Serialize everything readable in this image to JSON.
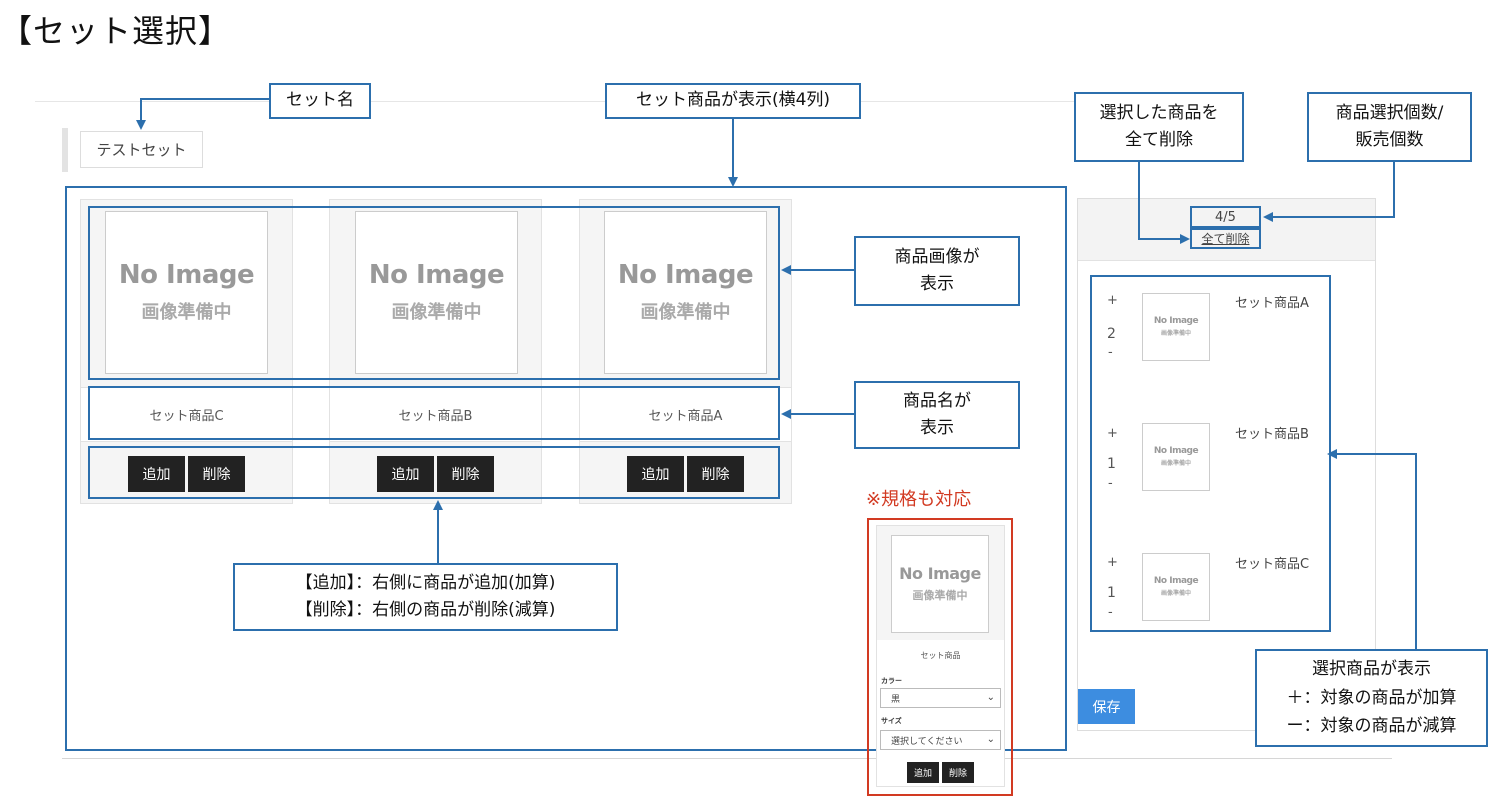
{
  "page_title": "【セット選択】",
  "set_name": "テストセット",
  "no_image": {
    "title": "No Image",
    "sub": "画像準備中"
  },
  "products": [
    {
      "name": "セット商品C"
    },
    {
      "name": "セット商品B"
    },
    {
      "name": "セット商品A"
    }
  ],
  "buttons": {
    "add": "追加",
    "delete": "削除"
  },
  "annotations": {
    "set_name": "セット名",
    "set_items": "セット商品が表示(横4列)",
    "delete_all_1": "選択した商品を",
    "delete_all_2": "全て削除",
    "count_1": "商品選択個数/",
    "count_2": "販売個数",
    "image_1": "商品画像が",
    "image_2": "表示",
    "name_1": "商品名が",
    "name_2": "表示",
    "add_del_1": "【追加】：右側に商品が追加(加算)",
    "add_del_2": "【削除】：右側の商品が削除(減算)",
    "spec": "※規格も対応",
    "selected_1": "選択商品が表示",
    "selected_2": "＋：対象の商品が加算",
    "selected_3": "ー：対象の商品が減算"
  },
  "spec_card": {
    "name": "セット商品",
    "color_label": "カラー",
    "color_value": "黒",
    "size_label": "サイズ",
    "size_value": "選択してください"
  },
  "side_panel": {
    "count": "4/5",
    "delete_all": "全て削除",
    "plus": "+",
    "minus": "-",
    "items": [
      {
        "name": "セット商品A",
        "qty": "2"
      },
      {
        "name": "セット商品B",
        "qty": "1"
      },
      {
        "name": "セット商品C",
        "qty": "1"
      }
    ],
    "save": "保存"
  },
  "colors": {
    "annotation_blue": "#2c6fad",
    "spec_red": "#d23a22",
    "save_blue": "#3d8de0"
  }
}
